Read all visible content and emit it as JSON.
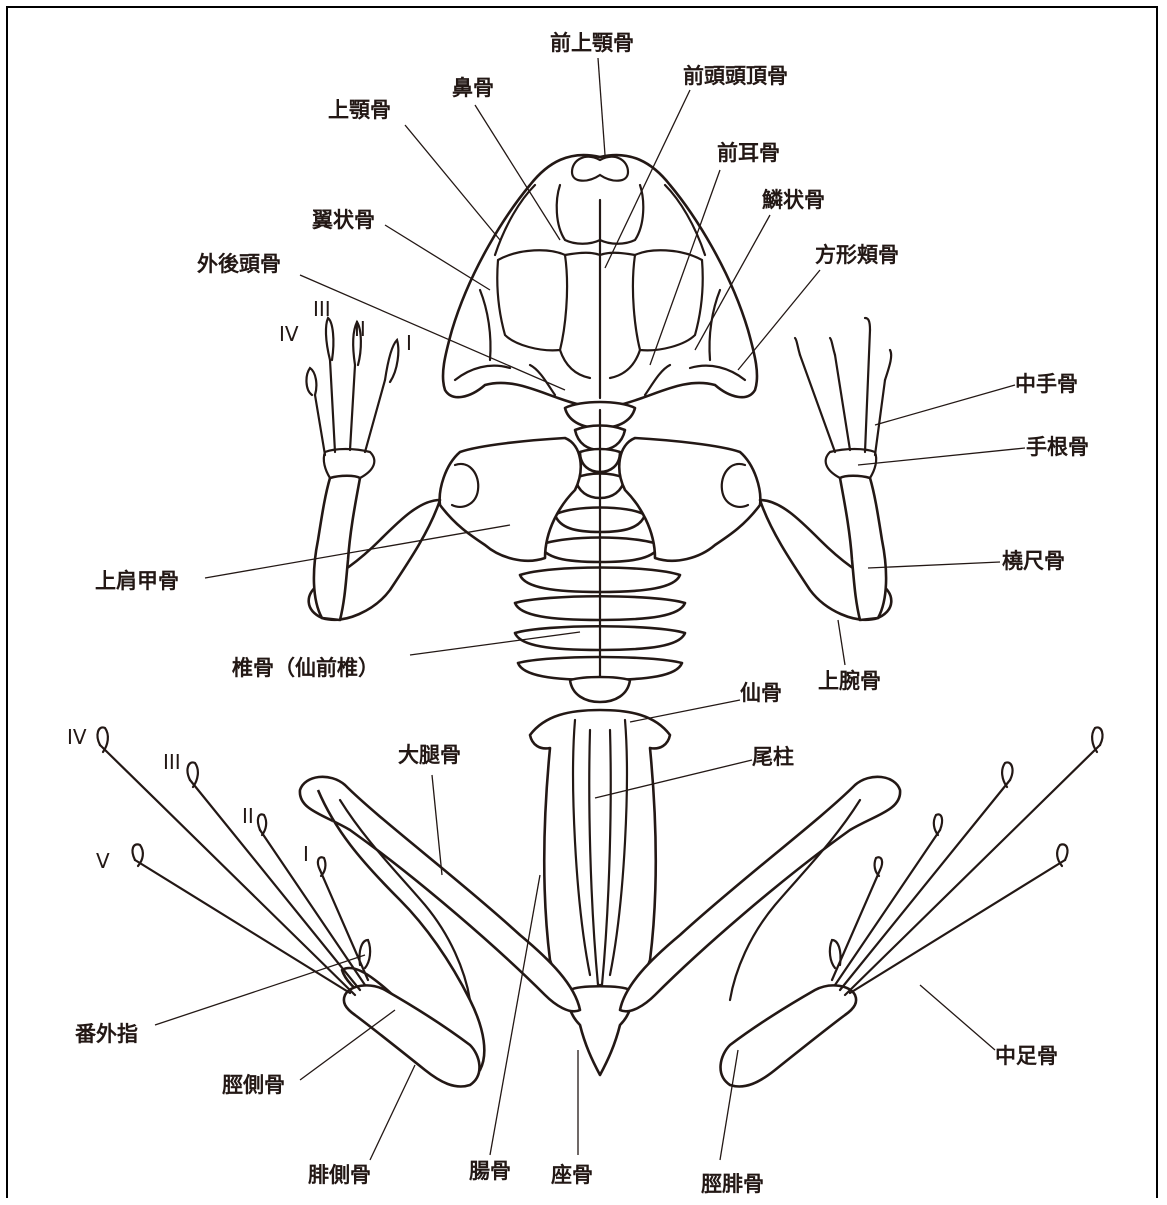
{
  "labels": {
    "premaxilla": "前上顎骨",
    "nasal": "鼻骨",
    "frontoparietal": "前頭頭頂骨",
    "maxilla": "上顎骨",
    "prootic": "前耳骨",
    "squamosal": "鱗状骨",
    "pterygoid": "翼状骨",
    "quadratojugal": "方形頬骨",
    "exoccipital": "外後頭骨",
    "metacarpal": "中手骨",
    "carpal": "手根骨",
    "suprascapula": "上肩甲骨",
    "radioulna": "橈尺骨",
    "vertebra": "椎骨（仙前椎）",
    "humerus": "上腕骨",
    "sacral": "仙骨",
    "urostyle": "尾柱",
    "femur": "大腿骨",
    "prehallux": "番外指",
    "tibiale": "脛側骨",
    "metatarsal": "中足骨",
    "fibulare": "腓側骨",
    "ilium": "腸骨",
    "ischium": "座骨",
    "tibiofibula": "脛腓骨"
  },
  "hand_digits": [
    "IV",
    "III",
    "II",
    "I"
  ],
  "foot_digits": [
    "IV",
    "III",
    "II",
    "I",
    "V"
  ]
}
